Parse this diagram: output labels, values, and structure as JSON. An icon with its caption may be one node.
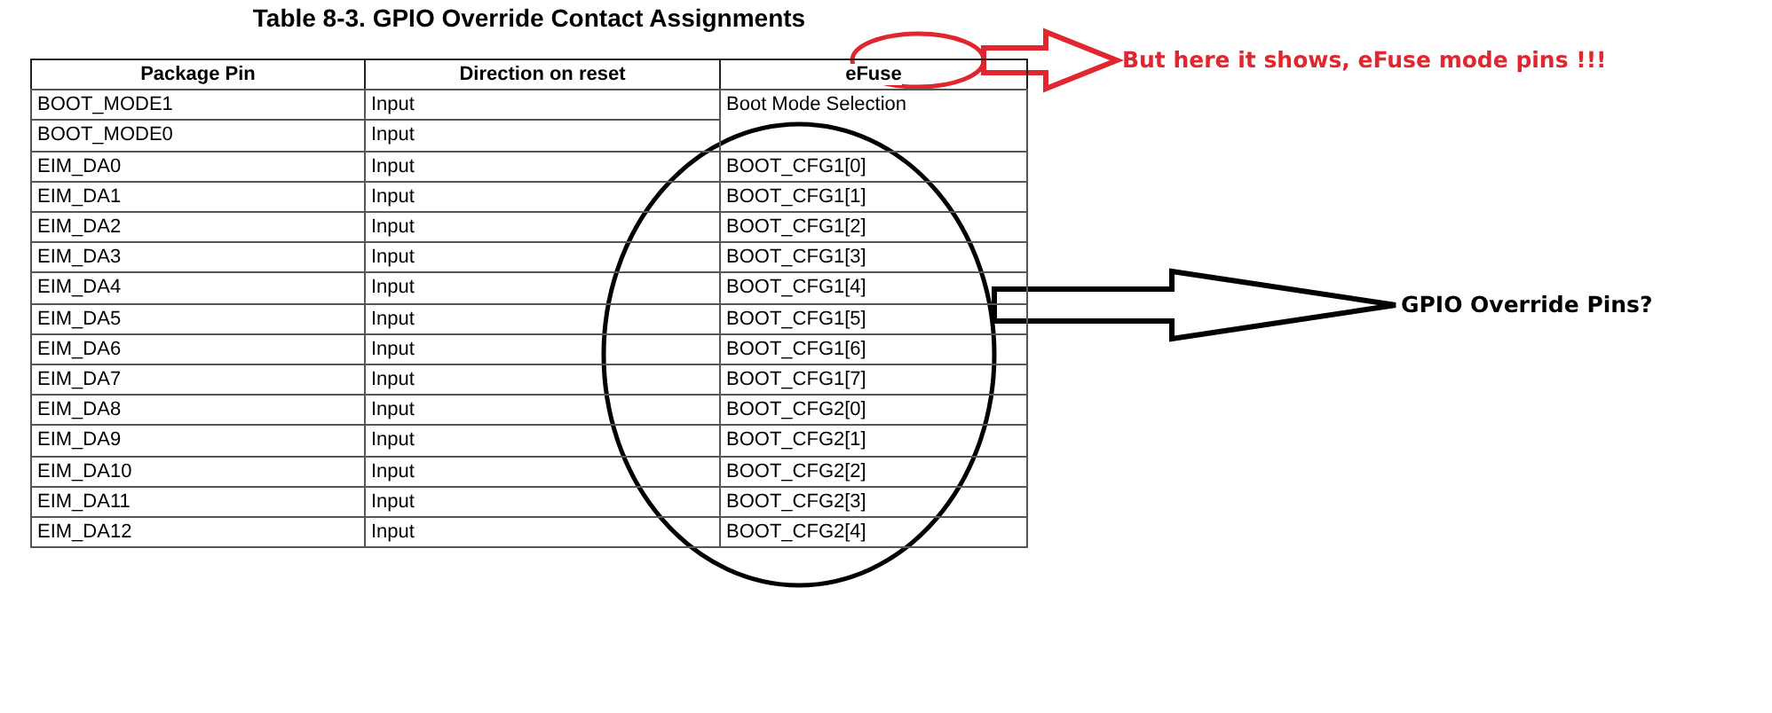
{
  "diagram": {
    "title": "Table 8-3.   GPIO Override Contact Assignments",
    "nodes": [
      {
        "text": [],
        "shape": "ellipse"
      },
      {
        "text": [
          "But here it shows, eFuse mode pins !!!"
        ]
      },
      {
        "text": [],
        "shape": "ellipse"
      },
      {
        "text": [
          "GPIO Override Pins?"
        ]
      }
    ],
    "edges": [
      {
        "from": 0,
        "to": 1,
        "arrow": "to",
        "color": "#e0262e"
      },
      {
        "from": 2,
        "to": 3,
        "arrow": "to"
      }
    ],
    "labels": [
      "Package Pin",
      "Direction on reset",
      "eFuse",
      "BOOT_MODE1",
      "Input",
      "Boot Mode Selection",
      "BOOT_MODE0",
      "Input",
      "EIM_DA0",
      "Input",
      "BOOT_CFG1[0]",
      "EIM_DA1",
      "Input",
      "BOOT_CFG1[1]",
      "EIM_DA2",
      "Input",
      "BOOT_CFG1[2]",
      "EIM_DA3",
      "Input",
      "BOOT_CFG1[3]",
      "EIM_DA4",
      "Input",
      "BOOT_CFG1[4]",
      "EIM_DA5",
      "Input",
      "BOOT_CFG1[5]",
      "EIM_DA6",
      "Input",
      "BOOT_CFG1[6]",
      "EIM_DA7",
      "Input",
      "BOOT_CFG1[7]",
      "EIM_DA8",
      "Input",
      "BOOT_CFG2[0]",
      "EIM_DA9",
      "Input",
      "BOOT_CFG2[1]",
      "EIM_DA10",
      "Input",
      "BOOT_CFG2[2]",
      "EIM_DA11",
      "Input",
      "BOOT_CFG2[3]",
      "EIM_DA12",
      "Input",
      "BOOT_CFG2[4]"
    ]
  }
}
